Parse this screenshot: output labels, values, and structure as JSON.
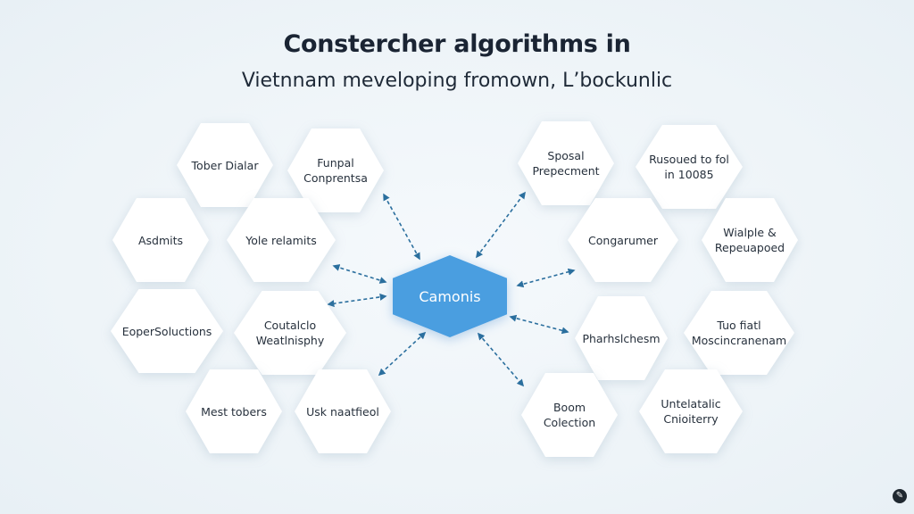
{
  "header": {
    "title": "Constercher algorithms in",
    "subtitle": "Vietnnam meveloping fromown, L’bockunlic"
  },
  "center_node": {
    "label": "Camonis",
    "color": "#4a9ee0"
  },
  "nodes": [
    {
      "id": "n1",
      "label": "Tober Dialar"
    },
    {
      "id": "n2",
      "label": "Funpal Conprentsa"
    },
    {
      "id": "n3",
      "label": "Asdmits"
    },
    {
      "id": "n4",
      "label": "Yole relamits"
    },
    {
      "id": "n5",
      "label": "EoperSoluctions"
    },
    {
      "id": "n6",
      "label": "Coutalclo Weatlnisphy"
    },
    {
      "id": "n7",
      "label": "Mest tobers"
    },
    {
      "id": "n8",
      "label": "Usk naatfieol"
    },
    {
      "id": "n9",
      "label": "Sposal Prepecment"
    },
    {
      "id": "n10",
      "label": "Rusoued to fol in 10085"
    },
    {
      "id": "n11",
      "label": "Congarumer"
    },
    {
      "id": "n12",
      "label": "Wialple & Repeuapoed"
    },
    {
      "id": "n13",
      "label": "Pharhslchesm"
    },
    {
      "id": "n14",
      "label": "Tuo fiatl Moscincranenam"
    },
    {
      "id": "n15",
      "label": "Boom Colection"
    },
    {
      "id": "n16",
      "label": "Untelatalic Cnioiterry"
    }
  ],
  "edges": [
    {
      "from": "center",
      "to": "n2"
    },
    {
      "from": "center",
      "to": "n4"
    },
    {
      "from": "center",
      "to": "n6"
    },
    {
      "from": "center",
      "to": "n8"
    },
    {
      "from": "center",
      "to": "n9"
    },
    {
      "from": "center",
      "to": "n11"
    },
    {
      "from": "center",
      "to": "n13"
    },
    {
      "from": "center",
      "to": "n15"
    }
  ],
  "edge_style": {
    "color": "#2b6f9e",
    "arrows": "both",
    "dashed": true
  },
  "corner_badge": {
    "icon": "edit-icon"
  }
}
